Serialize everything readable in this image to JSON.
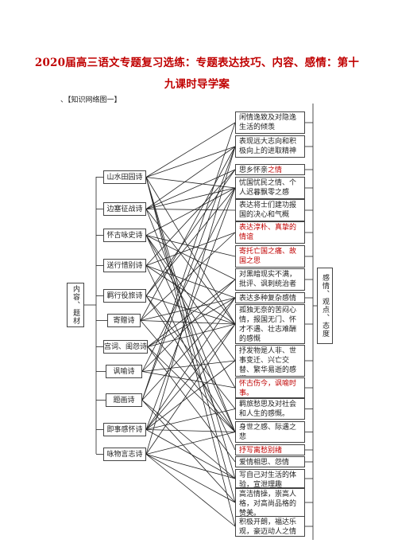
{
  "title": {
    "line1": "2020届高三语文专题复习选练：专题表达技巧、内容、感情：第十",
    "line2": "九课时导学案"
  },
  "section_label": "、【知识网络图一】",
  "diagram": {
    "root": "内容、题材",
    "summary": "感情、观点、态度",
    "left_nodes": [
      "山水田园诗",
      "边塞征战诗",
      "怀古咏史诗",
      "送行惜别诗",
      "羁行役旅诗",
      "寄赠诗",
      "宫词、闺怨诗",
      "讽喻诗",
      "题画诗",
      "即事感怀诗",
      "咏物言志诗"
    ],
    "right_nodes": [
      {
        "text": "闲情逸致及对隐逸生活的倾羡",
        "pre": "",
        "hl": ""
      },
      {
        "text": "表现远大志向和积极向上的进取精神",
        "pre": "",
        "hl": ""
      },
      {
        "text": "思乡怀亲之情",
        "pre": "思乡怀亲",
        "hl": "之情"
      },
      {
        "text": "忧国忧民之情、个人迟暮飘零之感",
        "pre": "",
        "hl": ""
      },
      {
        "text": "表达将士们建功报国的决心和气概",
        "pre": "",
        "hl": ""
      },
      {
        "text": "表达淳朴、真挚的情谊",
        "pre": "",
        "hl": "表达淳朴、真挚的情谊"
      },
      {
        "text": "寄托亡国之痛、故国之思",
        "pre": "",
        "hl": "寄托亡国之痛、故国之思"
      },
      {
        "text": "对黑暗现实不满，批评、讽刺统治者",
        "pre": "",
        "hl": ""
      },
      {
        "text": "表达多种复杂感情",
        "pre": "",
        "hl": ""
      },
      {
        "text": "孤独无奈的苦闷心情，报国无门、怀才不遇、壮志难酬的感慨",
        "pre": "",
        "hl": ""
      },
      {
        "text": "抒发物是人非、世事变迁、兴亡交替、繁华易逝的感慨",
        "pre": "",
        "hl": ""
      },
      {
        "text": "怀古伤今，讽喻时事。",
        "pre": "",
        "hl": "怀古伤今，讽喻时事。"
      },
      {
        "text": "羁旅愁思及对社会和人生的感慨。",
        "pre": "",
        "hl": ""
      },
      {
        "text": "身世之感、际遇之悲",
        "pre": "",
        "hl": ""
      },
      {
        "text": "抒写离愁别绪",
        "pre": "",
        "hl": "抒写离愁别绪"
      },
      {
        "text": "爱情相思、怨情",
        "pre": "",
        "hl": ""
      },
      {
        "text": "写自己对生活的体验，宣泄理趣",
        "pre": "",
        "hl": ""
      },
      {
        "text": "高洁情操，崇高人格，对高尚品格的赞美。",
        "pre": "",
        "hl": ""
      },
      {
        "text": "积极开朗，福达乐观，豪迈动人之情",
        "pre": "",
        "hl": ""
      }
    ]
  }
}
